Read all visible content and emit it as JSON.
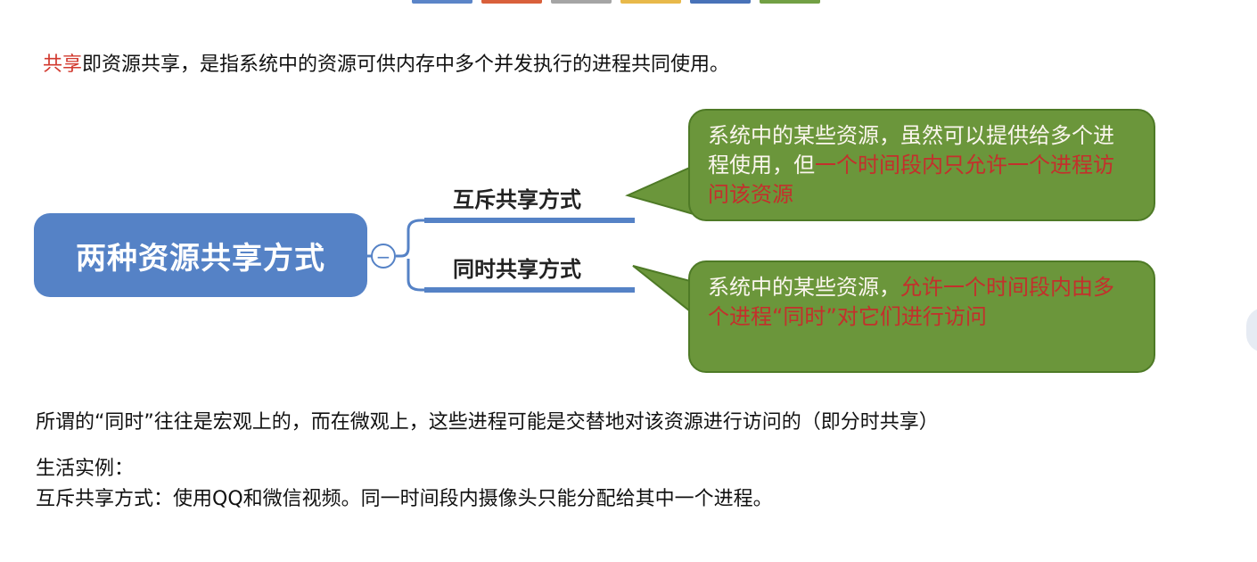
{
  "intro": {
    "highlight": "共享",
    "rest": "即资源共享，是指系统中的资源可供内存中多个并发执行的进程共同使用。"
  },
  "mindmap": {
    "central": "两种资源共享方式",
    "collapse_symbol": "−",
    "branches": [
      {
        "label": "互斥共享方式",
        "callout_normal": "系统中的某些资源，虽然可以提供给多个进程使用，但",
        "callout_highlight": "一个时间段内只允许一个进程访问该资源",
        "callout_tail": ""
      },
      {
        "label": "同时共享方式",
        "callout_normal": "系统中的某些资源，",
        "callout_highlight": "允许一个时间段内由多个进程“同时”对它们进行访",
        "callout_tail": "问"
      }
    ]
  },
  "note": "所谓的“同时”往往是宏观上的，而在微观上，这些进程可能是交替地对该资源进行访问的（即分时共享）",
  "example": {
    "heading": "生活实例：",
    "line": "互斥共享方式：使用QQ和微信视频。同一时间段内摄像头只能分配给其中一个进程。"
  },
  "colors": {
    "central_fill": "#5582c6",
    "callout_fill": "#6b963b",
    "highlight_red": "#d23a2f"
  }
}
